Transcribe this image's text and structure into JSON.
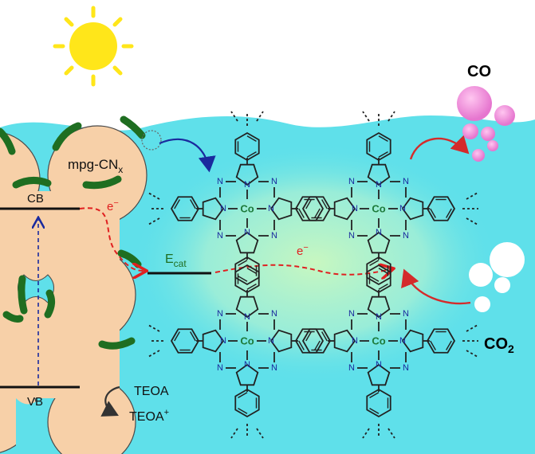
{
  "labels": {
    "co": "CO",
    "mpg_main": "mpg-CN",
    "mpg_sub": "x",
    "cb": "CB",
    "vb": "VB",
    "e_minus_left": "e",
    "e_minus_right": "e",
    "e_sup": "−",
    "ecat_main": "E",
    "ecat_sub": "cat",
    "teoa": "TEOA",
    "teoa_plus_main": "TEOA",
    "teoa_plus_sup": "+",
    "co2_main": "CO",
    "co2_sub": "2",
    "co_metal": "Co",
    "nitrogen": "N"
  },
  "colors": {
    "sky": "#ffffff",
    "water": "#5fe0ea",
    "water_glow": "#b9f3c4",
    "sun": "#ffe61a",
    "grain": "#f7d0a8",
    "grain_edge": "#4a4a4a",
    "green_patch": "#1f6e21",
    "bond": "#222222",
    "nitrogen": "#1a2a9e",
    "cobalt": "#1d7a3a",
    "electron_path": "#e02020",
    "arrow_red": "#d42b2b",
    "arrow_blue": "#1a2a9e",
    "co_bubble": "#f08ad8",
    "co2_bubble": "#ffffff"
  }
}
